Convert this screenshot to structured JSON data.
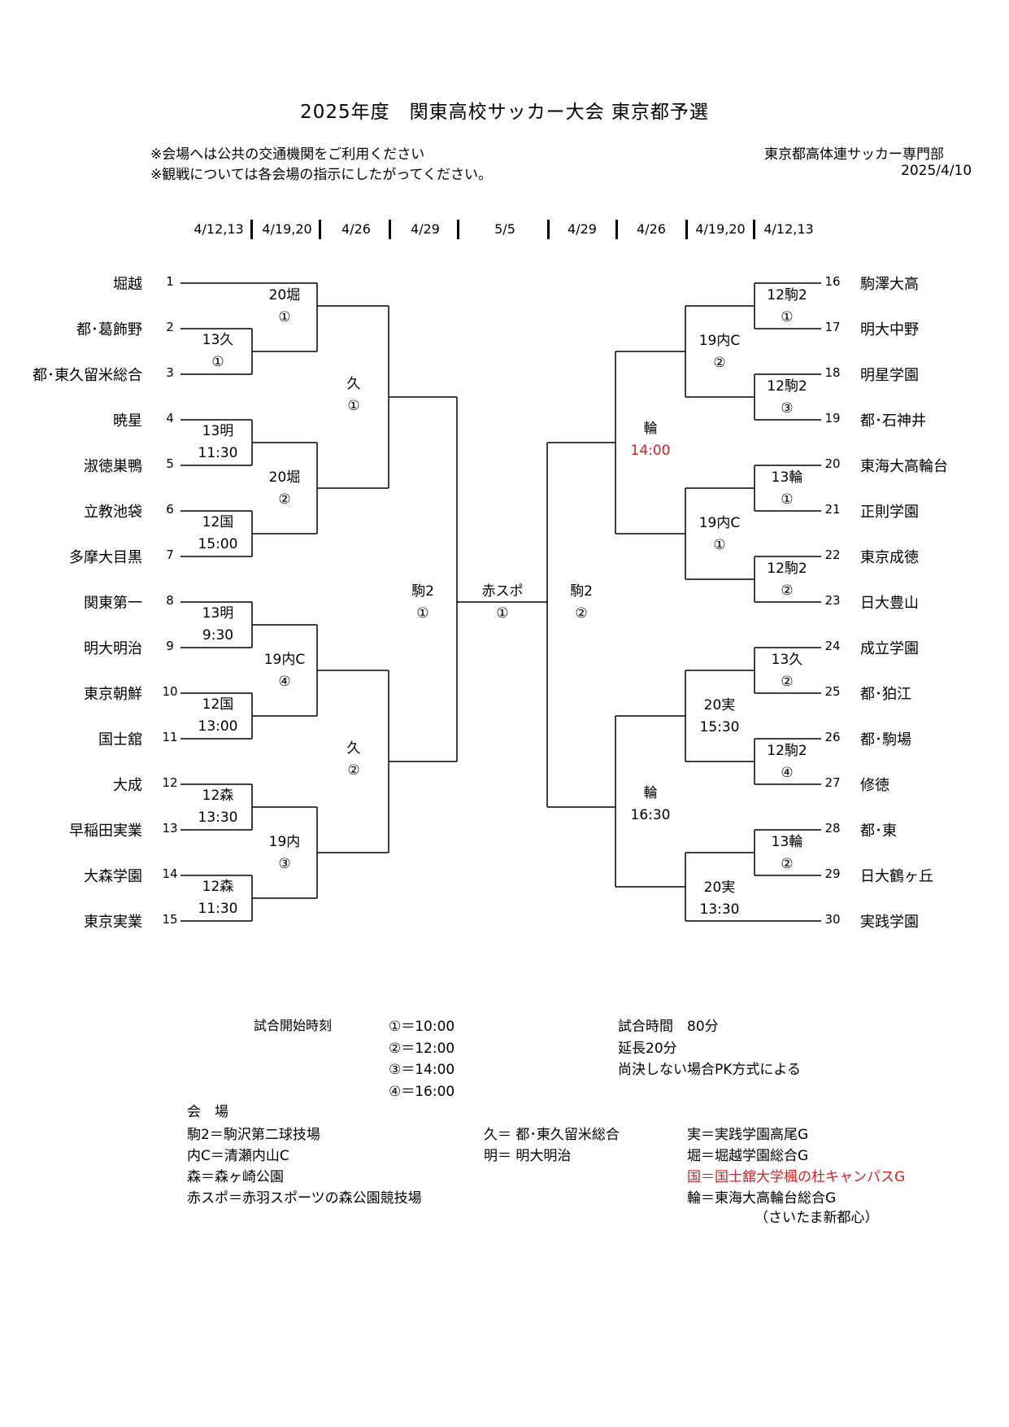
{
  "title": "2025年度　関東高校サッカー大会 東京都予選",
  "notes": [
    "※会場へは公共の交通機関をご利用ください",
    "※観戦については各会場の指示にしたがってください。"
  ],
  "organizer": "東京都高体連サッカー専門部",
  "issue_date": "2025/4/10",
  "round_dates": [
    "4/12,13",
    "4/19,20",
    "4/26",
    "4/29",
    "5/5",
    "4/29",
    "4/26",
    "4/19,20",
    "4/12,13"
  ],
  "left_teams": [
    {
      "seed": "1",
      "name": "堀越"
    },
    {
      "seed": "2",
      "name": "都･葛飾野"
    },
    {
      "seed": "3",
      "name": "都･東久留米総合"
    },
    {
      "seed": "4",
      "name": "暁星"
    },
    {
      "seed": "5",
      "name": "淑徳巣鴨"
    },
    {
      "seed": "6",
      "name": "立教池袋"
    },
    {
      "seed": "7",
      "name": "多摩大目黒"
    },
    {
      "seed": "8",
      "name": "関東第一"
    },
    {
      "seed": "9",
      "name": "明大明治"
    },
    {
      "seed": "10",
      "name": "東京朝鮮"
    },
    {
      "seed": "11",
      "name": "国士舘"
    },
    {
      "seed": "12",
      "name": "大成"
    },
    {
      "seed": "13",
      "name": "早稲田実業"
    },
    {
      "seed": "14",
      "name": "大森学園"
    },
    {
      "seed": "15",
      "name": "東京実業"
    }
  ],
  "right_teams": [
    {
      "seed": "16",
      "name": "駒澤大高"
    },
    {
      "seed": "17",
      "name": "明大中野"
    },
    {
      "seed": "18",
      "name": "明星学園"
    },
    {
      "seed": "19",
      "name": "都･石神井"
    },
    {
      "seed": "20",
      "name": "東海大高輪台"
    },
    {
      "seed": "21",
      "name": "正則学園"
    },
    {
      "seed": "22",
      "name": "東京成徳"
    },
    {
      "seed": "23",
      "name": "日大豊山"
    },
    {
      "seed": "24",
      "name": "成立学園"
    },
    {
      "seed": "25",
      "name": "都･狛江"
    },
    {
      "seed": "26",
      "name": "都･駒場"
    },
    {
      "seed": "27",
      "name": "修徳"
    },
    {
      "seed": "28",
      "name": "都･東"
    },
    {
      "seed": "29",
      "name": "日大鶴ヶ丘"
    },
    {
      "seed": "30",
      "name": "実践学園"
    }
  ],
  "matches": [
    {
      "l1": "13久",
      "l2": "①"
    },
    {
      "l1": "13明",
      "l2": "11:30"
    },
    {
      "l1": "12国",
      "l2": "15:00"
    },
    {
      "l1": "13明",
      "l2": "9:30"
    },
    {
      "l1": "12国",
      "l2": "13:00"
    },
    {
      "l1": "12森",
      "l2": "13:30"
    },
    {
      "l1": "12森",
      "l2": "11:30"
    },
    {
      "l1": "20堀",
      "l2": "①"
    },
    {
      "l1": "20堀",
      "l2": "②"
    },
    {
      "l1": "19内C",
      "l2": "④"
    },
    {
      "l1": "19内",
      "l2": "③"
    },
    {
      "l1": "久",
      "l2": "①"
    },
    {
      "l1": "久",
      "l2": "②"
    },
    {
      "l1": "駒2",
      "l2": "①"
    },
    {
      "l1": "赤スポ",
      "l2": "①"
    },
    {
      "l1": "駒2",
      "l2": "②"
    },
    {
      "l1": "輪",
      "l2": "14:00"
    },
    {
      "l1": "輪",
      "l2": "16:30"
    },
    {
      "l1": "19内C",
      "l2": "②"
    },
    {
      "l1": "19内C",
      "l2": "①"
    },
    {
      "l1": "20実",
      "l2": "15:30"
    },
    {
      "l1": "20実",
      "l2": "13:30"
    },
    {
      "l1": "12駒2",
      "l2": "①"
    },
    {
      "l1": "12駒2",
      "l2": "③"
    },
    {
      "l1": "13輪",
      "l2": "①"
    },
    {
      "l1": "12駒2",
      "l2": "②"
    },
    {
      "l1": "13久",
      "l2": "②"
    },
    {
      "l1": "12駒2",
      "l2": "④"
    },
    {
      "l1": "13輪",
      "l2": "②"
    }
  ],
  "start_times_label": "試合開始時刻",
  "start_times": [
    "①＝10:00",
    "②＝12:00",
    "③＝14:00",
    "④＝16:00"
  ],
  "rules": [
    "試合時間　80分",
    "延長20分",
    "尚決しない場合PK方式による"
  ],
  "venues_label": "会　場",
  "venues_col1": [
    "駒2＝駒沢第二球技場",
    "内C＝清瀬内山C",
    "森＝森ヶ崎公園",
    "赤スポ＝赤羽スポーツの森公園競技場"
  ],
  "venues_col2": [
    "久＝ 都･東久留米総合",
    "明＝ 明大明治"
  ],
  "venues_col3": [
    "実＝実践学園高尾G",
    "堀＝堀越学園総合G",
    "国＝国士舘大学楓の杜キャンパスG",
    "輪＝東海大高輪台総合G",
    "（さいたま新都心）"
  ],
  "accent_color": "#d42020"
}
